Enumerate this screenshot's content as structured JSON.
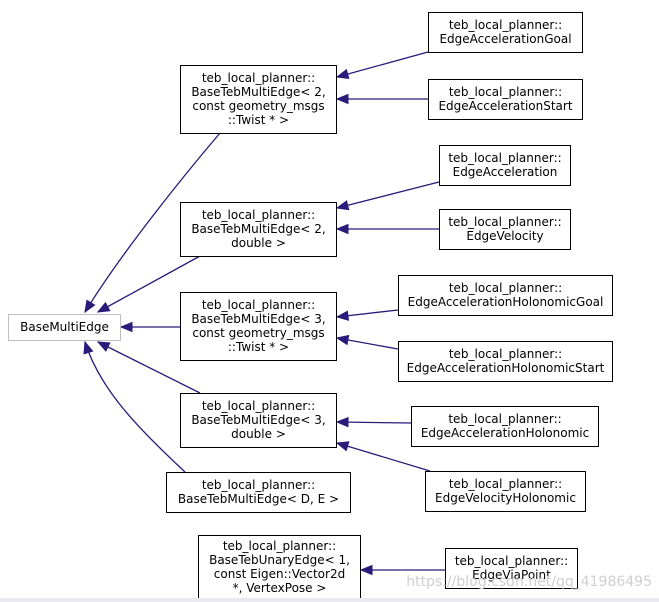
{
  "diagram": {
    "nodes": [
      {
        "id": "base",
        "lines": [
          "BaseMultiEdge"
        ]
      },
      {
        "id": "t2twist",
        "lines": [
          "teb_local_planner::",
          "BaseTebMultiEdge< 2,",
          "const geometry_msgs",
          "::Twist * >"
        ]
      },
      {
        "id": "t2double",
        "lines": [
          "teb_local_planner::",
          "BaseTebMultiEdge< 2,",
          "double >"
        ]
      },
      {
        "id": "t3twist",
        "lines": [
          "teb_local_planner::",
          "BaseTebMultiEdge< 3,",
          "const geometry_msgs",
          "::Twist * >"
        ]
      },
      {
        "id": "t3double",
        "lines": [
          "teb_local_planner::",
          "BaseTebMultiEdge< 3,",
          "double >"
        ]
      },
      {
        "id": "tDE",
        "lines": [
          "teb_local_planner::",
          "BaseTebMultiEdge< D, E >"
        ]
      },
      {
        "id": "unary",
        "lines": [
          "teb_local_planner::",
          "BaseTebUnaryEdge< 1,",
          "const Eigen::Vector2d",
          "*, VertexPose >"
        ]
      },
      {
        "id": "accGoal",
        "lines": [
          "teb_local_planner::",
          "EdgeAccelerationGoal"
        ]
      },
      {
        "id": "accStart",
        "lines": [
          "teb_local_planner::",
          "EdgeAccelerationStart"
        ]
      },
      {
        "id": "acc",
        "lines": [
          "teb_local_planner::",
          "EdgeAcceleration"
        ]
      },
      {
        "id": "vel",
        "lines": [
          "teb_local_planner::",
          "EdgeVelocity"
        ]
      },
      {
        "id": "accHolGoal",
        "lines": [
          "teb_local_planner::",
          "EdgeAccelerationHolonomicGoal"
        ]
      },
      {
        "id": "accHolStart",
        "lines": [
          "teb_local_planner::",
          "EdgeAccelerationHolonomicStart"
        ]
      },
      {
        "id": "accHol",
        "lines": [
          "teb_local_planner::",
          "EdgeAccelerationHolonomic"
        ]
      },
      {
        "id": "velHol",
        "lines": [
          "teb_local_planner::",
          "EdgeVelocityHolonomic"
        ]
      },
      {
        "id": "via",
        "lines": [
          "teb_local_planner::",
          "EdgeViaPoint"
        ]
      }
    ],
    "edges": [
      {
        "from": "accGoal",
        "to": "t2twist"
      },
      {
        "from": "accStart",
        "to": "t2twist"
      },
      {
        "from": "acc",
        "to": "t2double"
      },
      {
        "from": "vel",
        "to": "t2double"
      },
      {
        "from": "accHolGoal",
        "to": "t3twist"
      },
      {
        "from": "accHolStart",
        "to": "t3twist"
      },
      {
        "from": "accHol",
        "to": "t3double"
      },
      {
        "from": "velHol",
        "to": "t3double"
      },
      {
        "from": "via",
        "to": "unary"
      },
      {
        "from": "t2twist",
        "to": "base"
      },
      {
        "from": "t2double",
        "to": "base"
      },
      {
        "from": "t3twist",
        "to": "base"
      },
      {
        "from": "t3double",
        "to": "base"
      },
      {
        "from": "tDE",
        "to": "base"
      }
    ],
    "colors": {
      "edge": "#2a1a7a",
      "base_border": "#bfbfbf",
      "node_border": "#000000"
    }
  },
  "watermark": "https://blog.csdn.net/qq_41986495"
}
